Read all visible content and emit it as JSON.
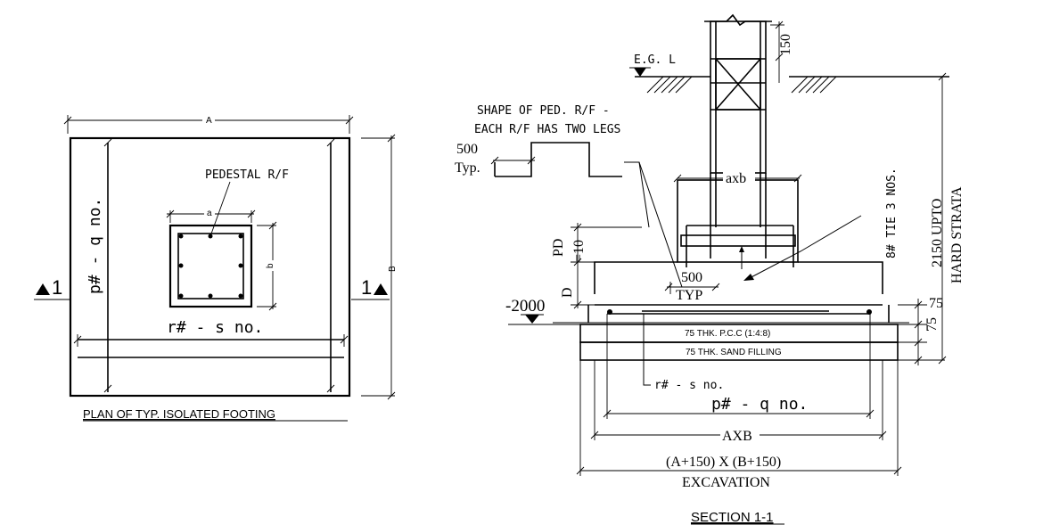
{
  "plan": {
    "title": "PLAN OF TYP. ISOLATED FOOTING",
    "dim_A": "A",
    "dim_B": "B",
    "dim_a": "a",
    "dim_b": "b",
    "pedestal_label": "PEDESTAL R/F",
    "bars_q": "p# - q no.",
    "bars_s": "r# - s no.",
    "section_marker_left": "1",
    "section_marker_right": "1"
  },
  "section": {
    "title": "SECTION 1-1",
    "egl": "E.G. L",
    "dim_150": "150",
    "shape_note_line1": "SHAPE OF PED. R/F -",
    "shape_note_line2": "EACH R/F HAS TWO LEGS",
    "dim_500_top": "500",
    "typ_top": "Typ.",
    "axb": "axb",
    "tie_note": "8# TIE 3 NOS.",
    "depth_note_line1": "2150 UPTO",
    "depth_note_line2": "HARD STRATA",
    "pd": "PD",
    "pd_value": "=10",
    "d": "D",
    "level": "-2000",
    "dim_500_mid": "500",
    "typ_mid": "TYP",
    "pcc": "75 THK. P.C.C (1:4:8)",
    "sand": "75 THK. SAND FILLING",
    "dim_75_a": "75",
    "dim_75_b": "75",
    "bars_s": "r# - s no.",
    "bars_q": "p# - q no.",
    "axb_upper": "AXB",
    "excavation_line1": "(A+150) X (B+150)",
    "excavation_line2": "EXCAVATION"
  }
}
